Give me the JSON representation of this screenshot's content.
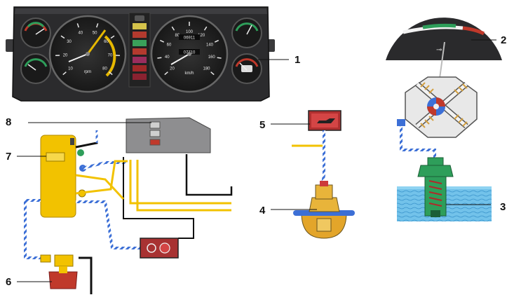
{
  "callouts": [
    {
      "id": "1",
      "label": "1"
    },
    {
      "id": "2",
      "label": "2"
    },
    {
      "id": "3",
      "label": "3"
    },
    {
      "id": "4",
      "label": "4"
    },
    {
      "id": "5",
      "label": "5"
    },
    {
      "id": "6",
      "label": "6"
    },
    {
      "id": "7",
      "label": "7"
    },
    {
      "id": "8",
      "label": "8"
    }
  ],
  "dashboard": {
    "tachometer": {
      "ticks": [
        "10",
        "20",
        "30",
        "40",
        "50",
        "60",
        "70",
        "80"
      ],
      "unit": "rpm"
    },
    "speedometer": {
      "ticks": [
        "20",
        "40",
        "60",
        "80",
        "100",
        "120",
        "140",
        "160",
        "180"
      ],
      "unit": "km/h",
      "odometer": "06911",
      "trip": "07710"
    }
  },
  "colors": {
    "panel": "#2c2c2e",
    "dial": "#1d1d1f",
    "needle_warning": "#e6b800",
    "wire_yellow": "#f2c200",
    "wire_blue_white": "#3c6fd6",
    "wire_black": "#111111",
    "lamp_red": "#c0392b",
    "coolant": "#5fb6e6",
    "sender_green": "#2e9e5a"
  }
}
